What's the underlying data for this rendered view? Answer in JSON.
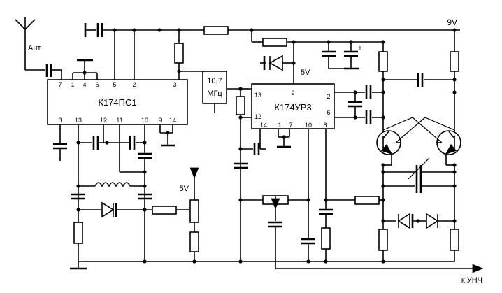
{
  "ic1": {
    "name": "К174ПС1",
    "pins_top": [
      "7",
      "1",
      "4",
      "6",
      "5",
      "2",
      "3"
    ],
    "pins_bottom": [
      "8",
      "13",
      "12",
      "11",
      "10",
      "9",
      "14"
    ]
  },
  "ic2": {
    "name": "К174УР3",
    "pins": [
      "13",
      "12",
      "14",
      "1",
      "7",
      "10",
      "8",
      "9",
      "2",
      "6"
    ]
  },
  "filter": {
    "line1": "10,7",
    "line2": "МГц"
  },
  "labels": {
    "antenna": "Ант",
    "supply_9v": "9V",
    "supply_5v_top": "5V",
    "supply_5v_left": "5V",
    "output": "к УНЧ"
  },
  "colors": {
    "ink": "#000000",
    "background": "#ffffff"
  }
}
